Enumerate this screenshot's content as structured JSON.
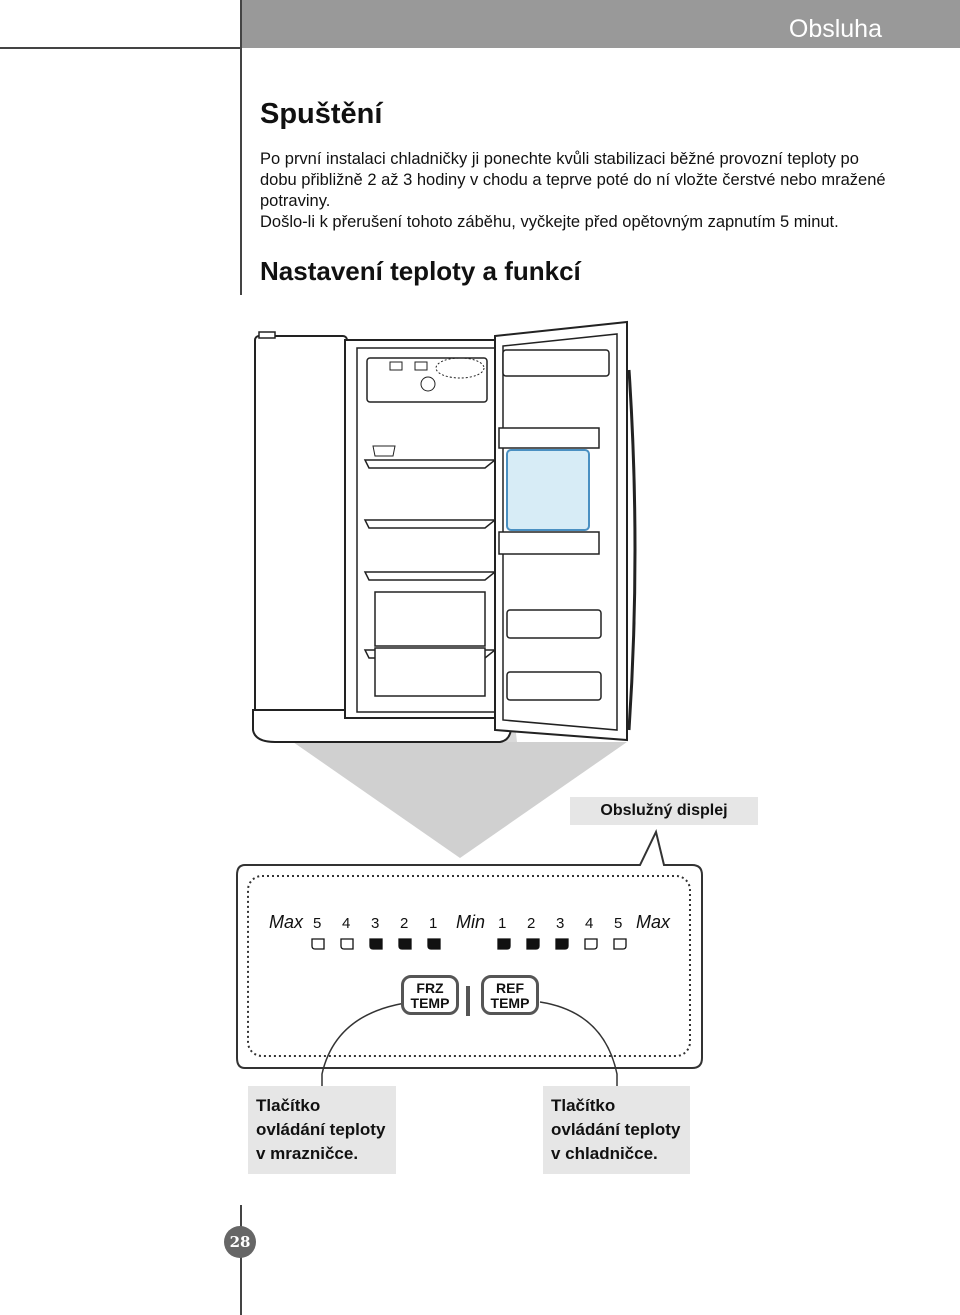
{
  "header": {
    "title": "Obsluha"
  },
  "section1": {
    "heading": "Spuštění",
    "paragraph1": "Po první instalaci chladničky ji ponechte kvůli stabilizaci běžné provozní teploty po dobu přibližně 2 až 3 hodiny v chodu a teprve poté do ní vložte čerstvé nebo mražené potraviny.",
    "paragraph2": "Došlo-li k přerušení tohoto záběhu, vyčkejte před opětovným zapnutím 5 minut."
  },
  "section2": {
    "heading": "Nastavení teploty a funkcí"
  },
  "display_label": "Obslužný displej",
  "panel": {
    "left_scale": [
      "Max",
      "5",
      "4",
      "3",
      "2",
      "1"
    ],
    "center": "Min",
    "right_scale": [
      "1",
      "2",
      "3",
      "4",
      "5",
      "Max"
    ],
    "left_leds": [
      false,
      false,
      true,
      true,
      true
    ],
    "right_leds": [
      true,
      true,
      true,
      false,
      false
    ],
    "frz_button": {
      "line1": "FRZ",
      "line2": "TEMP"
    },
    "ref_button": {
      "line1": "REF",
      "line2": "TEMP"
    }
  },
  "captions": {
    "freezer": [
      "Tlačítko",
      "ovládání teploty",
      "v mrazničce."
    ],
    "fridge": [
      "Tlačítko",
      "ovládání teploty",
      "v chladničce."
    ]
  },
  "page_number": "28"
}
